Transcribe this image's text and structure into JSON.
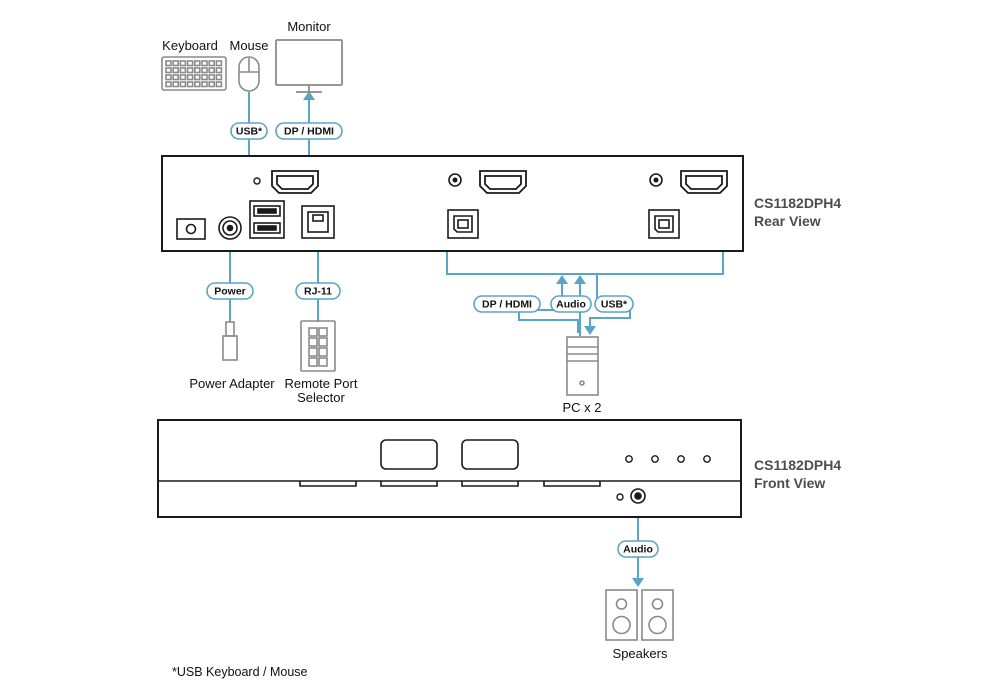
{
  "devices": {
    "keyboard": "Keyboard",
    "mouse": "Mouse",
    "monitor": "Monitor",
    "power_adapter": "Power Adapter",
    "remote_selector_line1": "Remote Port",
    "remote_selector_line2": "Selector",
    "pc": "PC x 2",
    "speakers": "Speakers"
  },
  "rear": {
    "model": "CS1182DPH4",
    "view": "Rear View"
  },
  "front": {
    "model": "CS1182DPH4",
    "view": "Front View"
  },
  "connections": {
    "usb_kbm": "USB*",
    "dp_hdmi_monitor": "DP / HDMI",
    "power": "Power",
    "rj11": "RJ-11",
    "dp_hdmi_pc": "DP / HDMI",
    "audio_pc": "Audio",
    "usb_pc": "USB*",
    "audio_speakers": "Audio"
  },
  "footnote": "*USB Keyboard / Mouse",
  "colors": {
    "cable": "#5aa5c4",
    "outline": "#1a1a1a",
    "peripheral": "#8a8a8a",
    "model_text": "#4d4d4d"
  }
}
